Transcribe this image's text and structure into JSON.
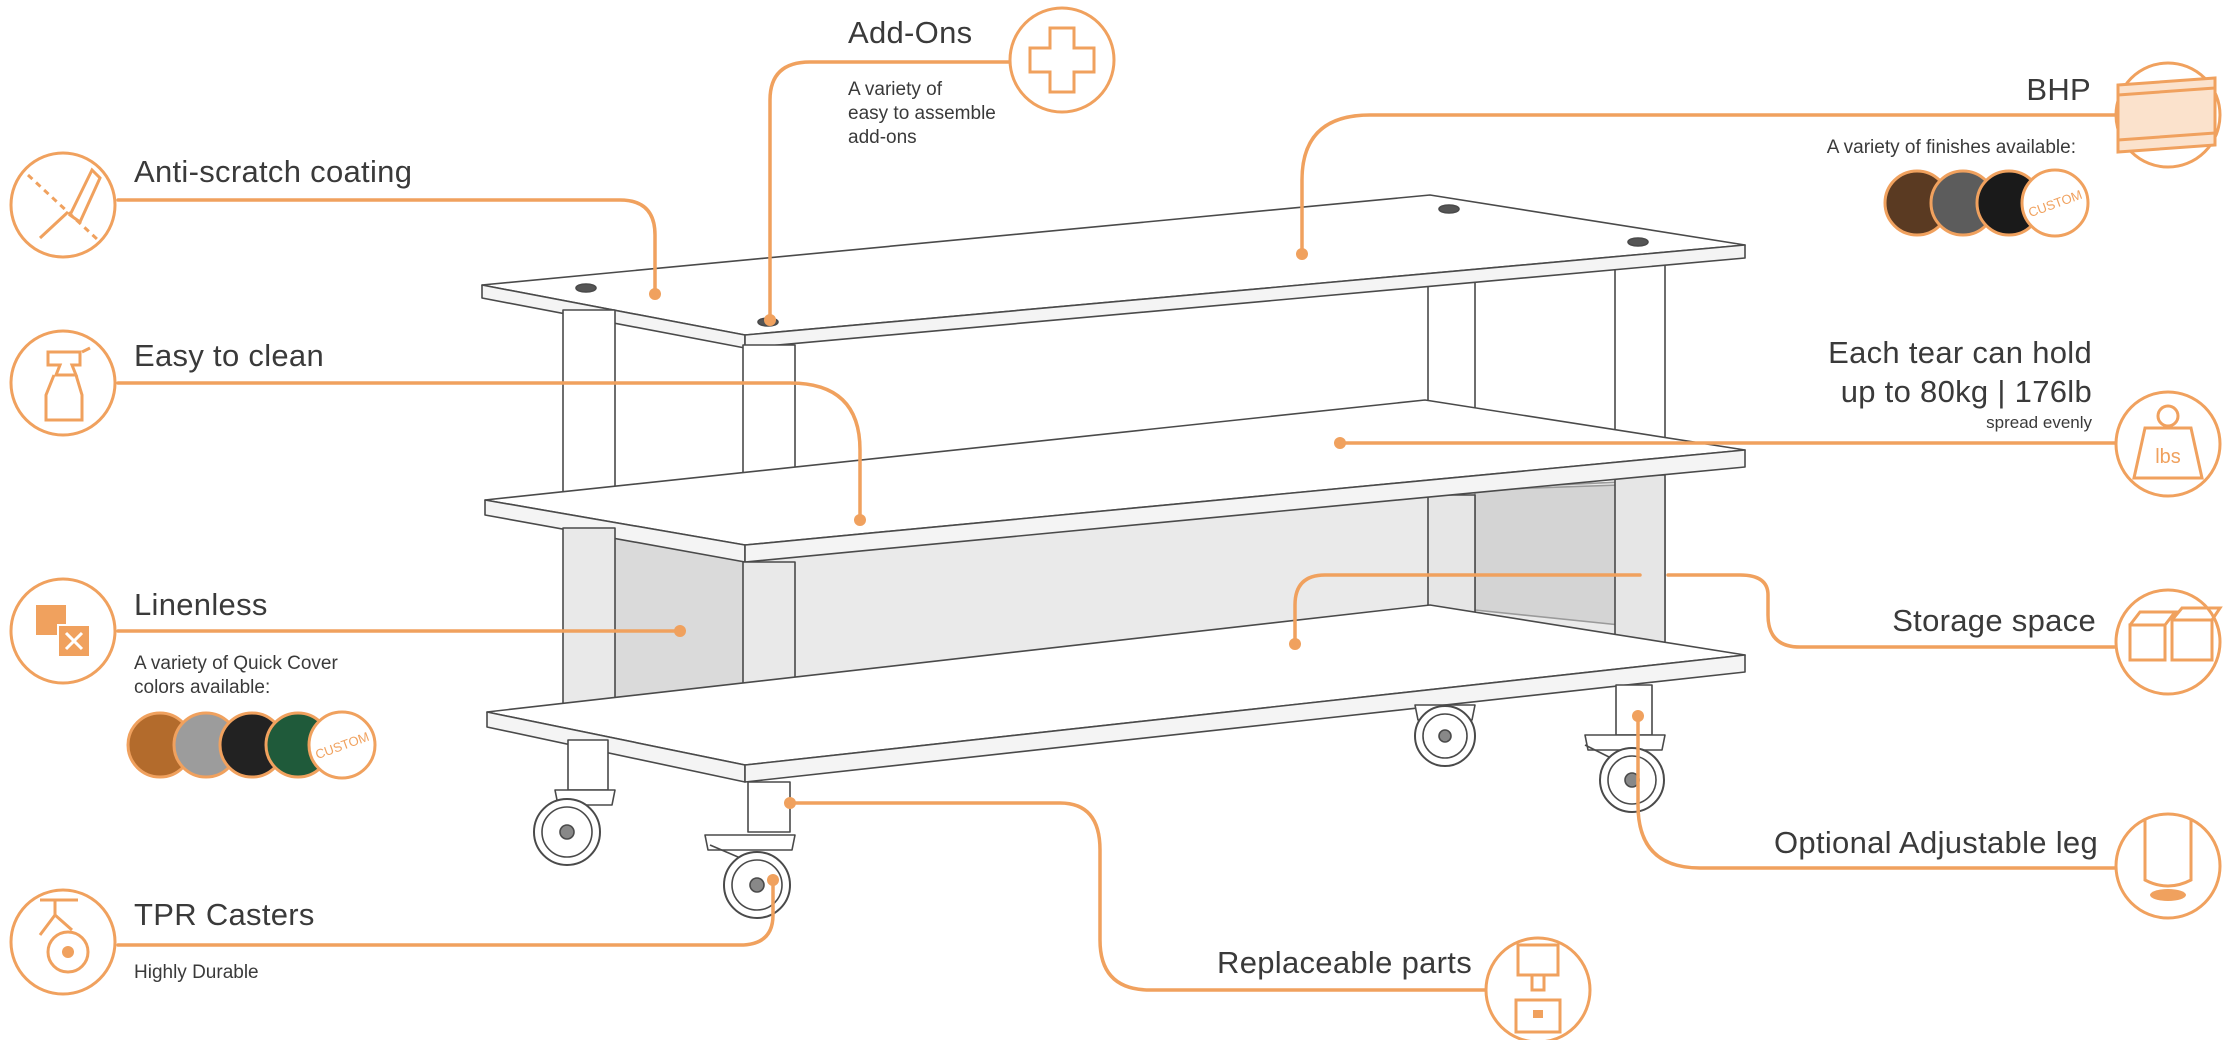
{
  "accent": "#f0a15e",
  "features": {
    "anti_scratch": {
      "title": "Anti-scratch coating"
    },
    "easy_clean": {
      "title": "Easy to clean"
    },
    "linenless": {
      "title": "Linenless",
      "desc_line1": "A variety of Quick Cover",
      "desc_line2": "colors available:",
      "custom_label": "CUSTOM"
    },
    "tpr_casters": {
      "title": "TPR Casters",
      "desc": "Highly Durable"
    },
    "add_ons": {
      "title": "Add-Ons",
      "desc_line1": "A variety of",
      "desc_line2": "easy to assemble",
      "desc_line3": "add-ons"
    },
    "bhp": {
      "title": "BHP",
      "desc": "A variety of finishes available:",
      "custom_label": "CUSTOM"
    },
    "load": {
      "title_line1": "Each tear can hold",
      "title_line2": "up to 80kg | 176lb",
      "desc": "spread evenly",
      "icon_text": "lbs"
    },
    "storage": {
      "title": "Storage space"
    },
    "adjustable_leg": {
      "title": "Optional Adjustable leg"
    },
    "replaceable": {
      "title": "Replaceable parts"
    }
  }
}
